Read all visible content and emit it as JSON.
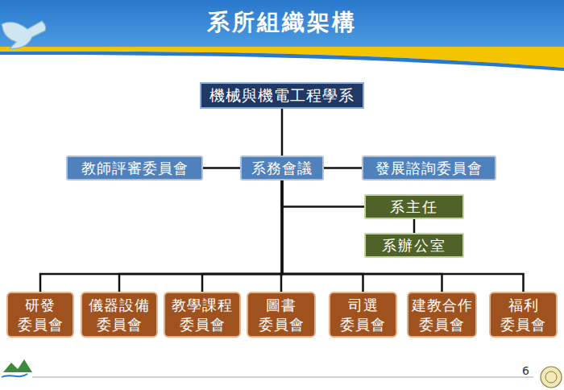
{
  "diagram": {
    "title": "系所組織架構",
    "nodes": [
      {
        "text": [
          "機械與機電工程學系"
        ]
      },
      {
        "text": [
          "教師評審委員會"
        ]
      },
      {
        "text": [
          "系務會議"
        ]
      },
      {
        "text": [
          "發展諮詢委員會"
        ]
      },
      {
        "text": [
          "系主任"
        ]
      },
      {
        "text": [
          "系辦公室"
        ]
      },
      {
        "text": [
          "研發 委員會"
        ]
      },
      {
        "text": [
          "儀器設備 委員會"
        ]
      },
      {
        "text": [
          "教學課程 委員會"
        ]
      },
      {
        "text": [
          "圖書 委員會"
        ]
      },
      {
        "text": [
          "司選 委員會"
        ]
      },
      {
        "text": [
          "建教合作 委員會"
        ]
      },
      {
        "text": [
          "福利 委員會"
        ]
      }
    ],
    "edges": [
      {
        "from": 0,
        "to": 2,
        "arrow": "none"
      },
      {
        "from": 1,
        "to": 2,
        "arrow": "none"
      },
      {
        "from": 2,
        "to": 3,
        "arrow": "none"
      },
      {
        "from": 2,
        "to": 4,
        "arrow": "none"
      },
      {
        "from": 4,
        "to": 5,
        "arrow": "none"
      },
      {
        "from": 2,
        "to": 6,
        "arrow": "none"
      },
      {
        "from": 2,
        "to": 7,
        "arrow": "none"
      },
      {
        "from": 2,
        "to": 8,
        "arrow": "none"
      },
      {
        "from": 2,
        "to": 9,
        "arrow": "none"
      },
      {
        "from": 2,
        "to": 10,
        "arrow": "none"
      },
      {
        "from": 2,
        "to": 11,
        "arrow": "none"
      },
      {
        "from": 2,
        "to": 12,
        "arrow": "none"
      }
    ],
    "labels": [
      "6"
    ]
  }
}
